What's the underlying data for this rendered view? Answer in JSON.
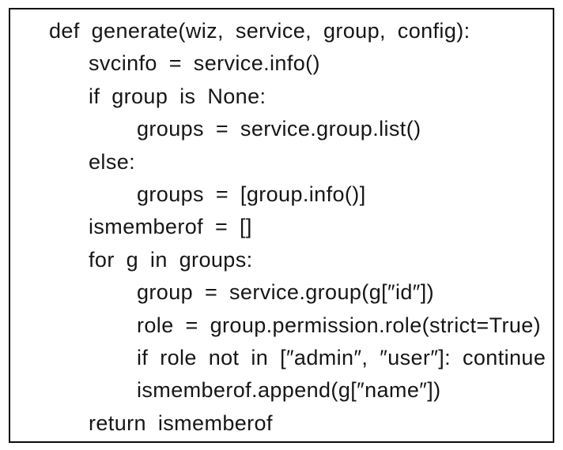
{
  "figure": {
    "type": "code-listing",
    "language": "python",
    "border_color": "#0a0a0a",
    "background_color": "#ffffff",
    "text_color": "#161616",
    "lines": [
      {
        "indent": 0,
        "text": "def generate(wiz, service, group, config):"
      },
      {
        "indent": 1,
        "text": "svcinfo = service.info()"
      },
      {
        "indent": 1,
        "text": "if group is None:"
      },
      {
        "indent": 2,
        "text": "groups = service.group.list()"
      },
      {
        "indent": 1,
        "text": "else:"
      },
      {
        "indent": 2,
        "text": "groups = [group.info()]"
      },
      {
        "indent": 1,
        "text": "ismemberof = []"
      },
      {
        "indent": 1,
        "text": "for g in groups:"
      },
      {
        "indent": 2,
        "text": "group = service.group(g[″id″])"
      },
      {
        "indent": 2,
        "text": "role = group.permission.role(strict=True)"
      },
      {
        "indent": 2,
        "text": "if role not in [″admin″, ″user″]: continue"
      },
      {
        "indent": 2,
        "text": "ismemberof.append(g[″name″])"
      },
      {
        "indent": 1,
        "text": "return ismemberof"
      }
    ]
  }
}
